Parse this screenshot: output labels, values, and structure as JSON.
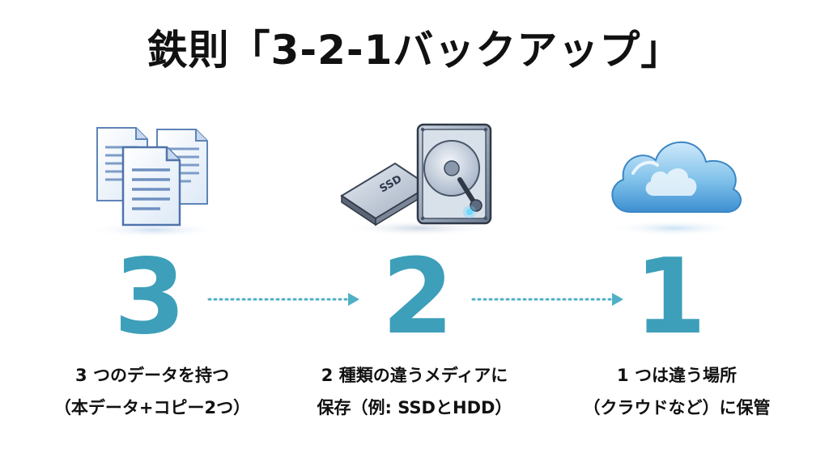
{
  "title": "鉄則「3-2-1バックアップ」",
  "colors": {
    "accent": "#3d9fba",
    "arrow": "#4fb0c6"
  },
  "steps": [
    {
      "number": "3",
      "icon": "documents-icon",
      "caption_line1": "3 つのデータを持つ",
      "caption_line2": "（本データ+コピー2つ）"
    },
    {
      "number": "2",
      "icon": "storage-drives-icon",
      "drive_label": "SSD",
      "caption_line1": "2 種類の違うメディアに",
      "caption_line2": "保存（例: SSDとHDD）"
    },
    {
      "number": "1",
      "icon": "cloud-icon",
      "caption_line1": "1 つは違う場所",
      "caption_line2": "（クラウドなど）に保管"
    }
  ]
}
